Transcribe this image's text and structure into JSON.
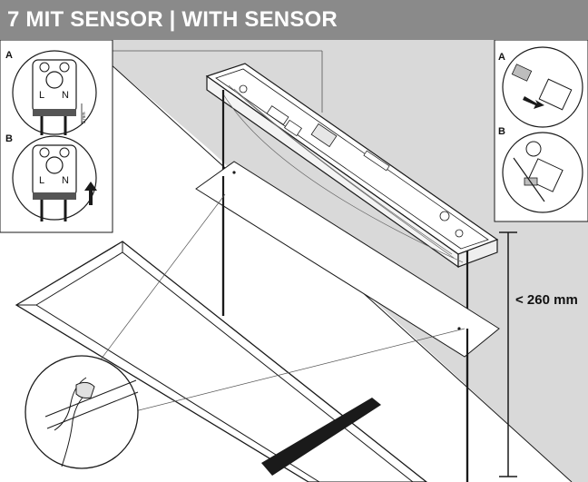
{
  "header": {
    "title": "7 MIT SENSOR | WITH SENSOR"
  },
  "detail_left": {
    "label_a": "A",
    "label_b": "B",
    "terminal_l": "L",
    "terminal_n": "N",
    "strip_length": "9 mm"
  },
  "detail_right": {
    "label_a": "A",
    "label_b": "B"
  },
  "dimension": {
    "label": "< 260 mm"
  },
  "colors": {
    "header_bg": "#8a8a8a",
    "ceiling_gray": "#d9d9d9",
    "line": "#1a1a1a"
  }
}
